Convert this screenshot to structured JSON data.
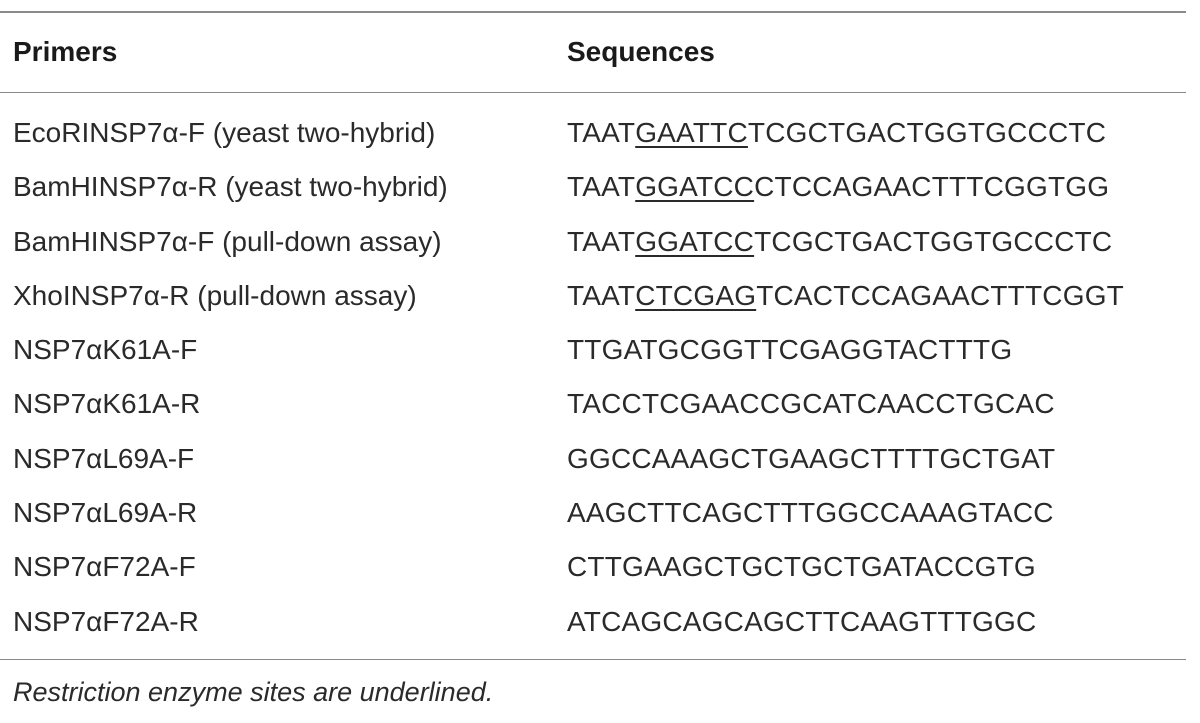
{
  "table": {
    "headers": {
      "primers": "Primers",
      "sequences": "Sequences"
    },
    "rows": [
      {
        "primer": "EcoRINSP7α-F (yeast two-hybrid)",
        "seq_pre": "TAAT",
        "seq_site": "GAATTC",
        "seq_post": "TCGCTGACTGGTGCCCTC"
      },
      {
        "primer": "BamHINSP7α-R (yeast two-hybrid)",
        "seq_pre": "TAAT",
        "seq_site": "GGATCC",
        "seq_post": "CTCCAGAACTTTCGGTGG"
      },
      {
        "primer": "BamHINSP7α-F (pull-down assay)",
        "seq_pre": "TAAT",
        "seq_site": "GGATCC",
        "seq_post": "TCGCTGACTGGTGCCCTC"
      },
      {
        "primer": "XhoINSP7α-R (pull-down assay)",
        "seq_pre": "TAAT",
        "seq_site": "CTCGAG",
        "seq_post": "TCACTCCAGAACTTTCGGT"
      },
      {
        "primer": "NSP7αK61A-F",
        "seq_pre": "TTGATGCGGTTCGAGGTACTTTG",
        "seq_site": "",
        "seq_post": ""
      },
      {
        "primer": "NSP7αK61A-R",
        "seq_pre": "TACCTCGAACCGCATCAACCTGCAC",
        "seq_site": "",
        "seq_post": ""
      },
      {
        "primer": "NSP7αL69A-F",
        "seq_pre": "GGCCAAAGCTGAAGCTTTTGCTGAT",
        "seq_site": "",
        "seq_post": ""
      },
      {
        "primer": "NSP7αL69A-R",
        "seq_pre": "AAGCTTCAGCTTTGGCCAAAGTACC",
        "seq_site": "",
        "seq_post": ""
      },
      {
        "primer": "NSP7αF72A-F",
        "seq_pre": "CTTGAAGCTGCTGCTGATACCGTG",
        "seq_site": "",
        "seq_post": ""
      },
      {
        "primer": "NSP7αF72A-R",
        "seq_pre": "ATCAGCAGCAGCTTCAAGTTTGGC",
        "seq_site": "",
        "seq_post": ""
      }
    ],
    "footnote": "Restriction enzyme sites are underlined."
  },
  "colors": {
    "text": "#2a2a2a",
    "rule": "#8a8a8a",
    "background": "#ffffff"
  }
}
